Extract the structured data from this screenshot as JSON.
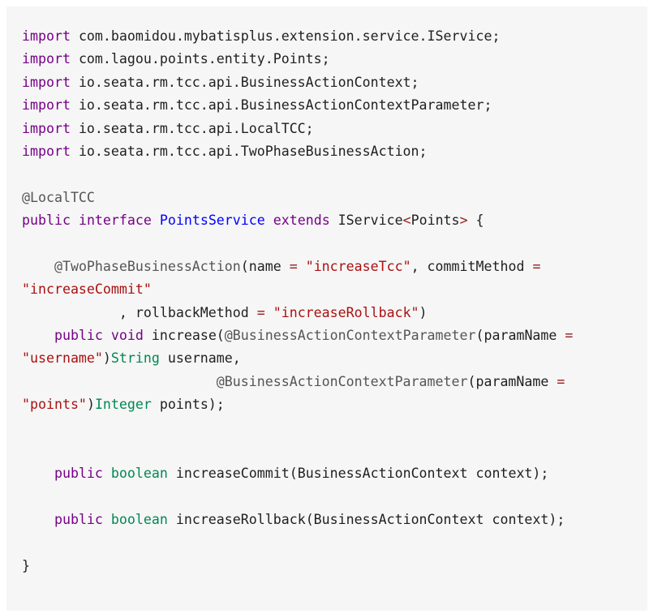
{
  "code_lines": [
    [
      {
        "t": "import",
        "c": "imp"
      },
      {
        "t": " com.baomidou.mybatisplus.extension.service.IService;",
        "c": "plain"
      }
    ],
    [
      {
        "t": "import",
        "c": "imp"
      },
      {
        "t": " com.lagou.points.entity.Points;",
        "c": "plain"
      }
    ],
    [
      {
        "t": "import",
        "c": "imp"
      },
      {
        "t": " io.seata.rm.tcc.api.BusinessActionContext;",
        "c": "plain"
      }
    ],
    [
      {
        "t": "import",
        "c": "imp"
      },
      {
        "t": " io.seata.rm.tcc.api.BusinessActionContextParameter;",
        "c": "plain"
      }
    ],
    [
      {
        "t": "import",
        "c": "imp"
      },
      {
        "t": " io.seata.rm.tcc.api.LocalTCC;",
        "c": "plain"
      }
    ],
    [
      {
        "t": "import",
        "c": "imp"
      },
      {
        "t": " io.seata.rm.tcc.api.TwoPhaseBusinessAction;",
        "c": "plain"
      }
    ],
    [],
    [
      {
        "t": "@LocalTCC",
        "c": "ann"
      }
    ],
    [
      {
        "t": "public",
        "c": "kw"
      },
      {
        "t": " ",
        "c": "plain"
      },
      {
        "t": "interface",
        "c": "kw"
      },
      {
        "t": " ",
        "c": "plain"
      },
      {
        "t": "PointsService",
        "c": "type"
      },
      {
        "t": " ",
        "c": "plain"
      },
      {
        "t": "extends",
        "c": "kw"
      },
      {
        "t": " IService",
        "c": "plain"
      },
      {
        "t": "<",
        "c": "op"
      },
      {
        "t": "Points",
        "c": "plain"
      },
      {
        "t": ">",
        "c": "op"
      },
      {
        "t": " {",
        "c": "plain"
      }
    ],
    [],
    [
      {
        "t": "    ",
        "c": "plain"
      },
      {
        "t": "@TwoPhaseBusinessAction",
        "c": "ann"
      },
      {
        "t": "(name ",
        "c": "plain"
      },
      {
        "t": "=",
        "c": "op"
      },
      {
        "t": " ",
        "c": "plain"
      },
      {
        "t": "\"increaseTcc\"",
        "c": "str"
      },
      {
        "t": ", commitMethod ",
        "c": "plain"
      },
      {
        "t": "=",
        "c": "op"
      }
    ],
    [
      {
        "t": "\"increaseCommit\"",
        "c": "str"
      }
    ],
    [
      {
        "t": "            , rollbackMethod ",
        "c": "plain"
      },
      {
        "t": "=",
        "c": "op"
      },
      {
        "t": " ",
        "c": "plain"
      },
      {
        "t": "\"increaseRollback\"",
        "c": "str"
      },
      {
        "t": ")",
        "c": "plain"
      }
    ],
    [
      {
        "t": "    ",
        "c": "plain"
      },
      {
        "t": "public",
        "c": "kw"
      },
      {
        "t": " ",
        "c": "plain"
      },
      {
        "t": "void",
        "c": "kw"
      },
      {
        "t": " increase(",
        "c": "plain"
      },
      {
        "t": "@BusinessActionContextParameter",
        "c": "ann"
      },
      {
        "t": "(paramName ",
        "c": "plain"
      },
      {
        "t": "=",
        "c": "op"
      }
    ],
    [
      {
        "t": "\"username\"",
        "c": "str"
      },
      {
        "t": ")",
        "c": "plain"
      },
      {
        "t": "String",
        "c": "typeg"
      },
      {
        "t": " username,",
        "c": "plain"
      }
    ],
    [
      {
        "t": "                        ",
        "c": "plain"
      },
      {
        "t": "@BusinessActionContextParameter",
        "c": "ann"
      },
      {
        "t": "(paramName ",
        "c": "plain"
      },
      {
        "t": "=",
        "c": "op"
      }
    ],
    [
      {
        "t": "\"points\"",
        "c": "str"
      },
      {
        "t": ")",
        "c": "plain"
      },
      {
        "t": "Integer",
        "c": "typeg"
      },
      {
        "t": " points);",
        "c": "plain"
      }
    ],
    [],
    [],
    [
      {
        "t": "    ",
        "c": "plain"
      },
      {
        "t": "public",
        "c": "kw"
      },
      {
        "t": " ",
        "c": "plain"
      },
      {
        "t": "boolean",
        "c": "typeg"
      },
      {
        "t": " increaseCommit(BusinessActionContext context);",
        "c": "plain"
      }
    ],
    [],
    [
      {
        "t": "    ",
        "c": "plain"
      },
      {
        "t": "public",
        "c": "kw"
      },
      {
        "t": " ",
        "c": "plain"
      },
      {
        "t": "boolean",
        "c": "typeg"
      },
      {
        "t": " increaseRollback(BusinessActionContext context);",
        "c": "plain"
      }
    ],
    [],
    [
      {
        "t": "}",
        "c": "plain"
      }
    ]
  ]
}
